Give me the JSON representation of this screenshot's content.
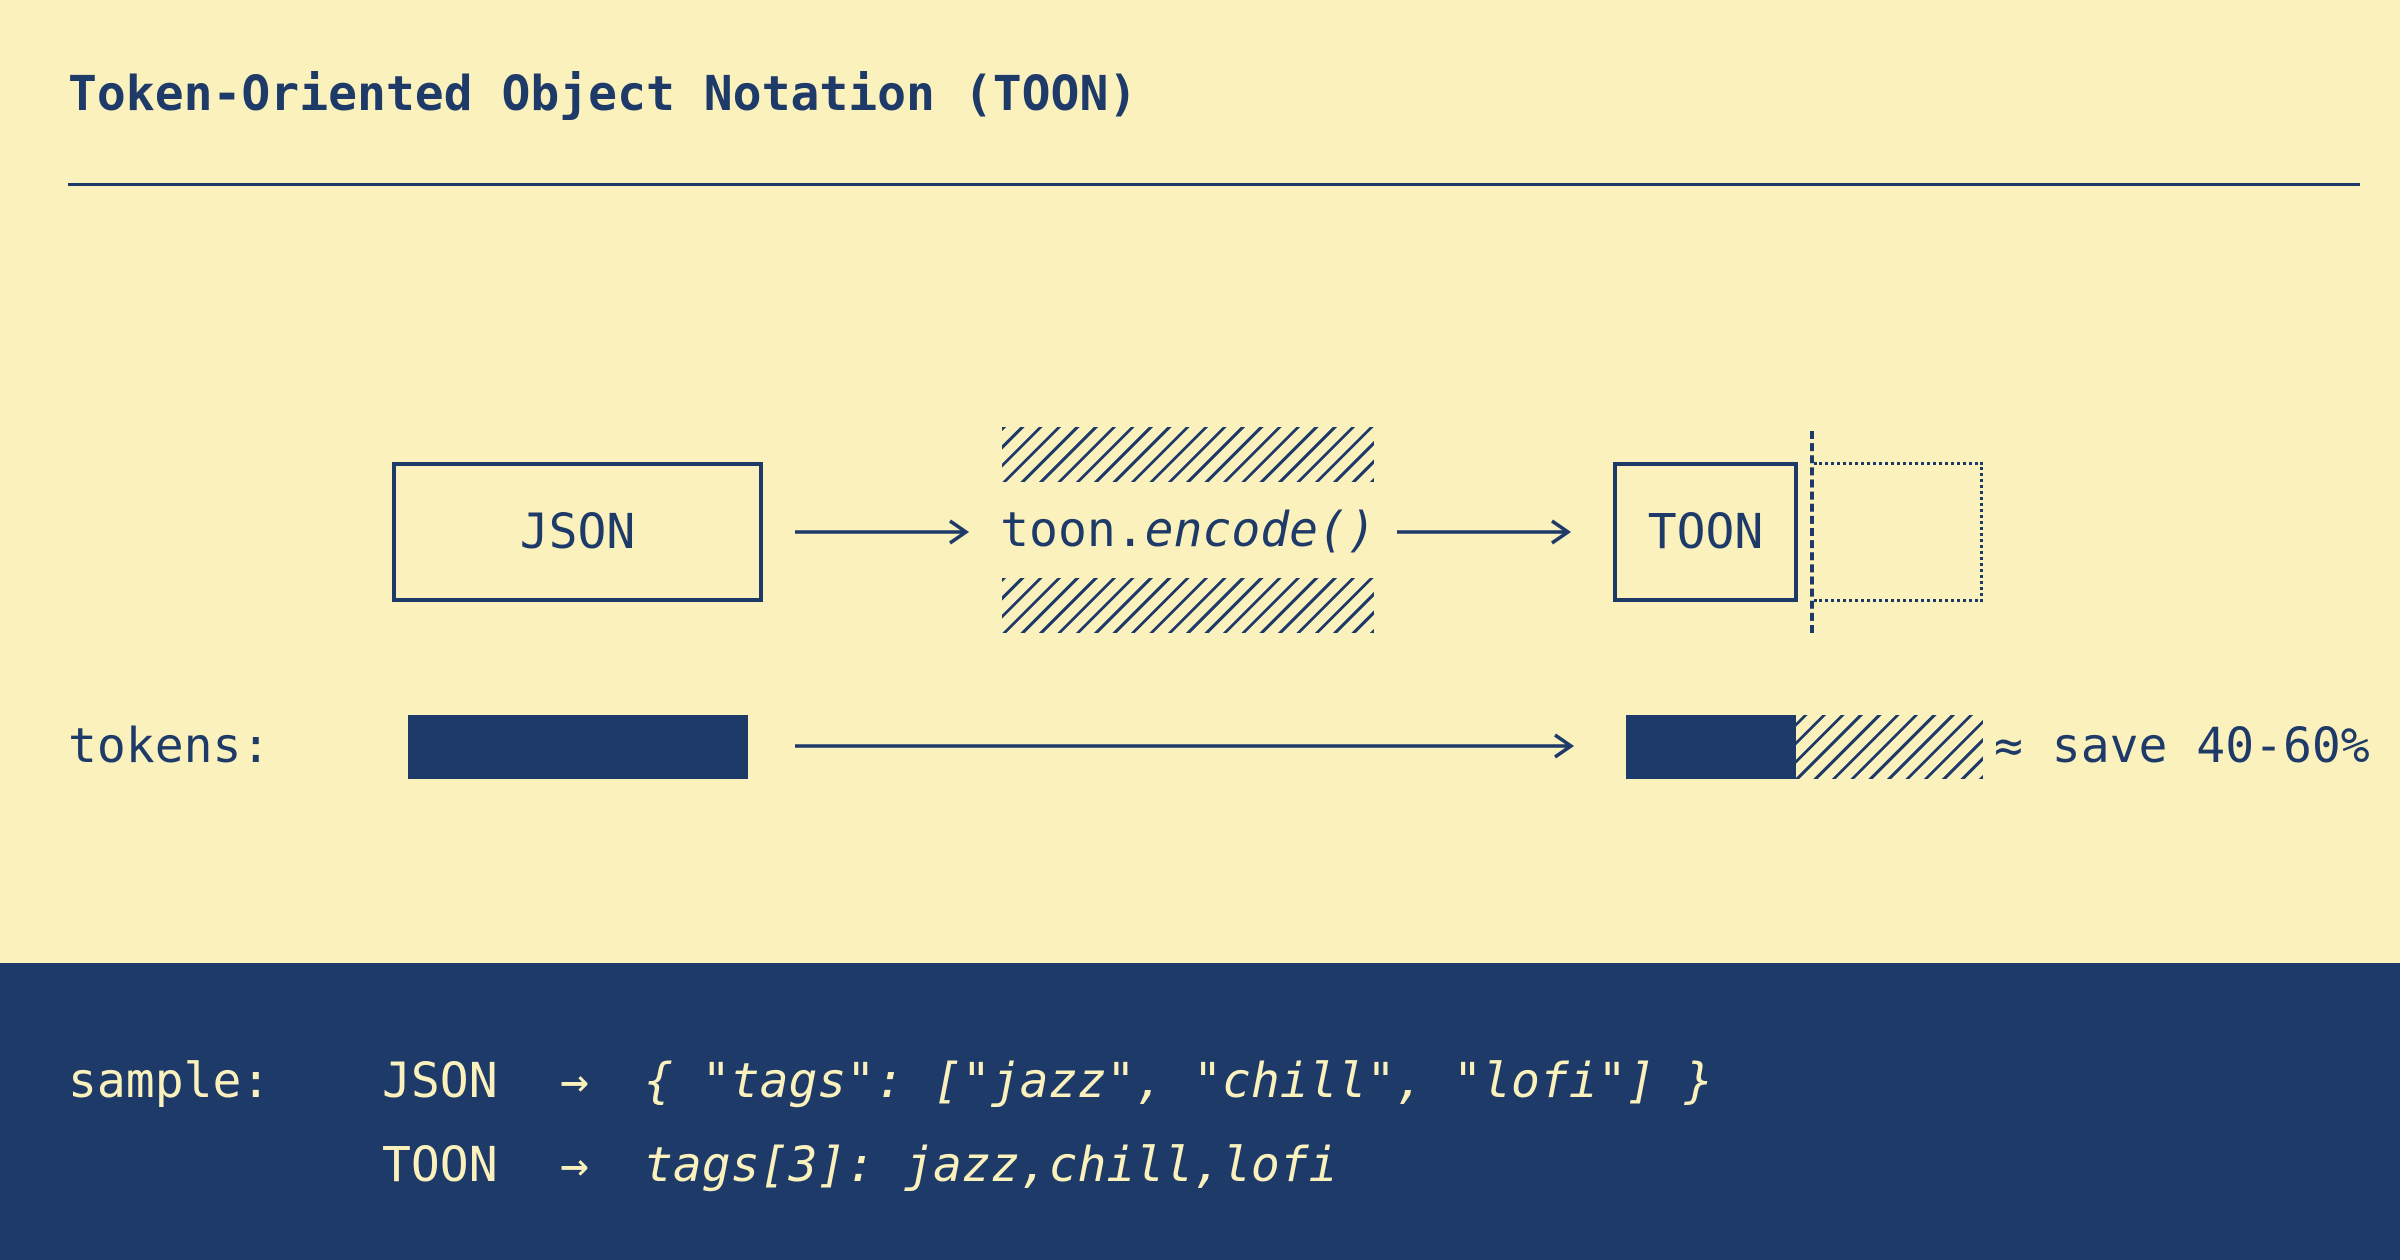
{
  "title": "Token-Oriented Object Notation (TOON)",
  "colors": {
    "navy": "#1e3a68",
    "cream": "#faf1bc"
  },
  "flow": {
    "json_box_label": "JSON",
    "encode_prefix": "toon.",
    "encode_call": "encode()",
    "toon_box_label": "TOON"
  },
  "tokens": {
    "label": "tokens:",
    "savings_note": "≈ save 40-60%"
  },
  "sample": {
    "label": "sample:",
    "rows": [
      {
        "format": "JSON",
        "arrow": "→",
        "code": "{ \"tags\": [\"jazz\", \"chill\", \"lofi\"] }"
      },
      {
        "format": "TOON",
        "arrow": "→",
        "code": "tags[3]: jazz,chill,lofi"
      }
    ]
  }
}
